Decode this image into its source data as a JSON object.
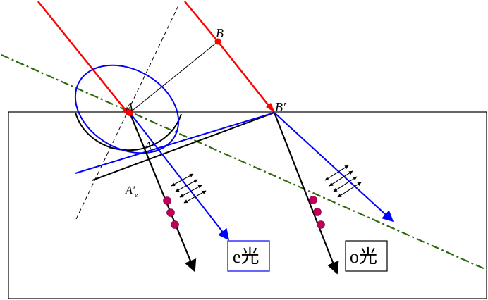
{
  "labels": {
    "B": "B",
    "A": "A",
    "B_prime": "B′",
    "A_o_prime": "A′",
    "A_o_sub": "o",
    "A_e_prime": "A′",
    "A_e_sub": "e",
    "e_light": "e光",
    "o_light": "o光"
  },
  "colors": {
    "incident": "#ff0000",
    "wavefront": "#0000ff",
    "optic_axis": "#2e6b0b",
    "ray": "#000000",
    "dot": "#c0005a",
    "arrow": "#000000"
  },
  "icons": {
    "dots_marker": "perpendicular-polarization-dot",
    "double_arrow": "parallel-polarization-arrow"
  }
}
